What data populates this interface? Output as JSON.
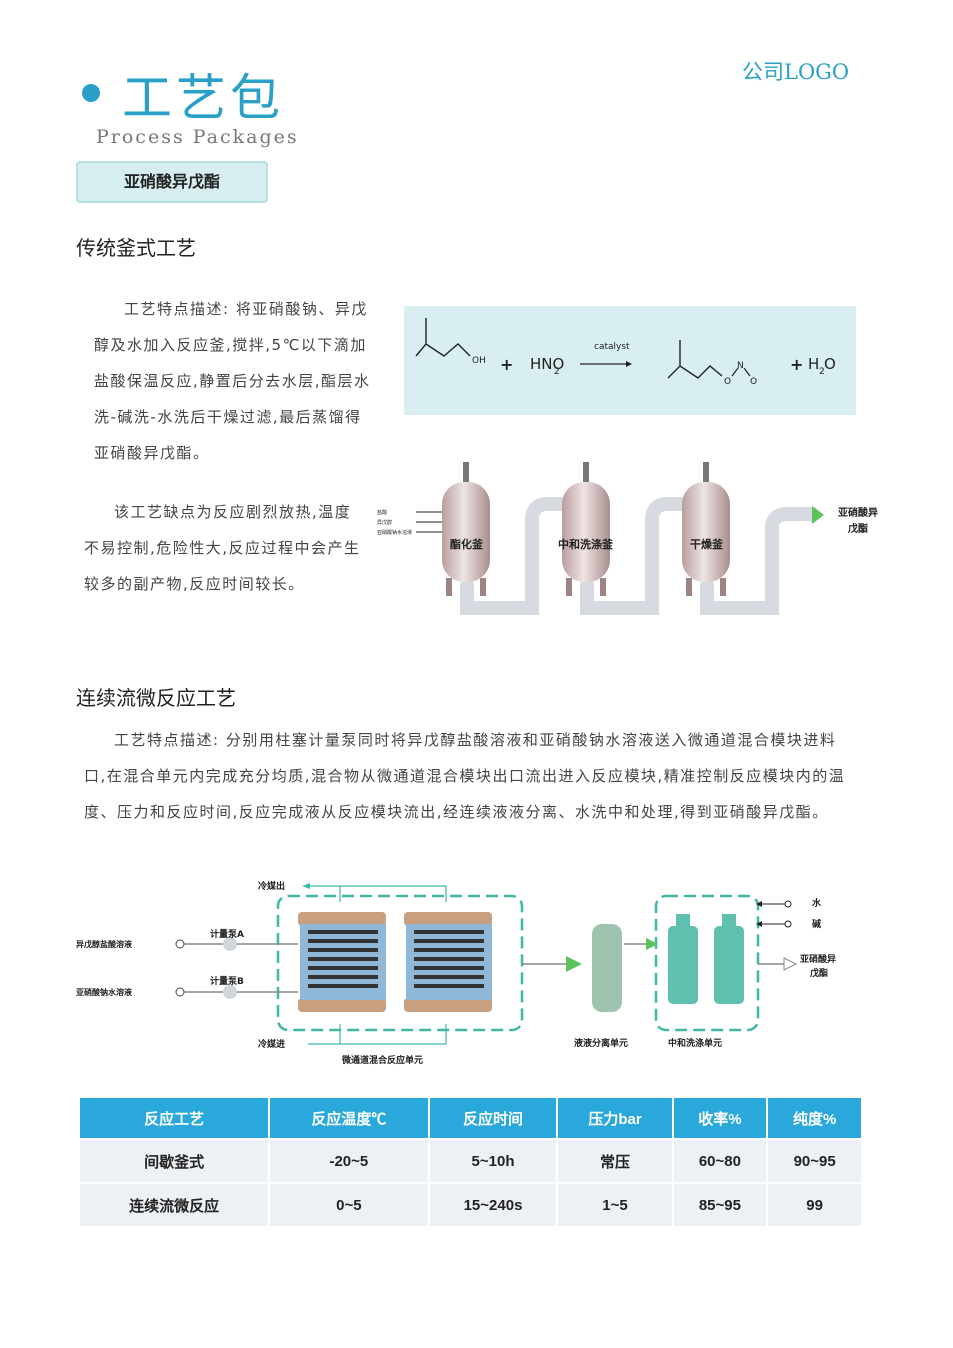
{
  "header": {
    "title_cn": "工艺包",
    "title_en": "Process Packages",
    "logo_text": "公司LOGO",
    "product_tag": "亚硝酸异戊酯"
  },
  "section1": {
    "title": "传统釜式工艺",
    "para1": "工艺特点描述: 将亚硝酸钠、异戊醇及水加入反应釜,搅拌,5℃以下滴加盐酸保温反应,静置后分去水层,酯层水洗-碱洗-水洗后干燥过滤,最后蒸馏得亚硝酸异戊酯。",
    "para2": "该工艺缺点为反应剧烈放热,温度不易控制,危险性大,反应过程中会产生较多的副产物,反应时间较长。"
  },
  "reaction": {
    "oh_label": "OH",
    "plus1": "+",
    "reagent_main": "HNO",
    "reagent_sub": "2",
    "catalyst": "catalyst",
    "o_label": "O",
    "n_label": "N",
    "o2_label": "O",
    "plus2": "+",
    "water_h": "H",
    "water_sub": "2",
    "water_o": "O"
  },
  "batch_diagram": {
    "inputs": [
      "盐酸",
      "异戊醇",
      "亚硝酸钠水溶液"
    ],
    "vessels": [
      "酯化釜",
      "中和洗涤釜",
      "干燥釜"
    ],
    "output_line1": "亚硝酸异",
    "output_line2": "戊酯"
  },
  "section2": {
    "title": "连续流微反应工艺",
    "para": "工艺特点描述: 分别用柱塞计量泵同时将异戊醇盐酸溶液和亚硝酸钠水溶液送入微通道混合模块进料口,在混合单元内完成充分均质,混合物从微通道混合模块出口流出进入反应模块,精准控制反应模块内的温度、压力和反应时间,反应完成液从反应模块流出,经连续液液分离、水洗中和处理,得到亚硝酸异戊酯。"
  },
  "flow_diagram": {
    "coolant_out": "冷媒出",
    "coolant_in": "冷媒进",
    "feed_a": "异戊醇盐酸溶液",
    "feed_b": "亚硝酸钠水溶液",
    "pump_a": "计量泵A",
    "pump_b": "计量泵B",
    "micro_unit": "微通道混合反应单元",
    "sep_unit": "液液分离单元",
    "wash_unit": "中和洗涤单元",
    "water": "水",
    "alkali": "碱",
    "output_line1": "亚硝酸异",
    "output_line2": "戊酯"
  },
  "table": {
    "headers": [
      "反应工艺",
      "反应温度℃",
      "反应时间",
      "压力bar",
      "收率%",
      "纯度%"
    ],
    "rows": [
      [
        "间歇釜式",
        "-20~5",
        "5~10h",
        "常压",
        "60~80",
        "90~95"
      ],
      [
        "连续流微反应",
        "0~5",
        "15~240s",
        "1~5",
        "85~95",
        "99"
      ]
    ]
  }
}
